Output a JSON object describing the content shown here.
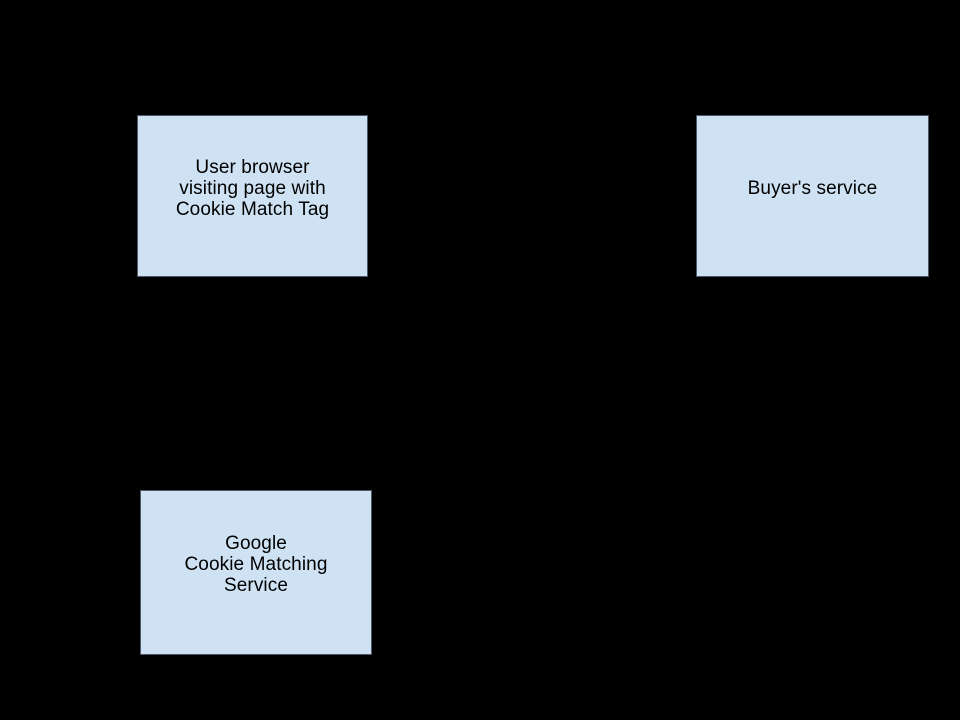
{
  "canvas": {
    "background_color": "#000000"
  },
  "diagram": {
    "type": "flow-diagram",
    "node_fill_color": "#cfe2f3",
    "node_border_color": "#4d5966",
    "node_text_color": "#000000",
    "nodes": [
      {
        "id": "user-browser",
        "lines": [
          "User browser",
          "visiting page with",
          "Cookie Match Tag"
        ]
      },
      {
        "id": "buyers-service",
        "lines": [
          "Buyer's service"
        ]
      },
      {
        "id": "google-cookie-matching-service",
        "lines": [
          "Google",
          "Cookie Matching",
          "Service"
        ]
      }
    ]
  }
}
